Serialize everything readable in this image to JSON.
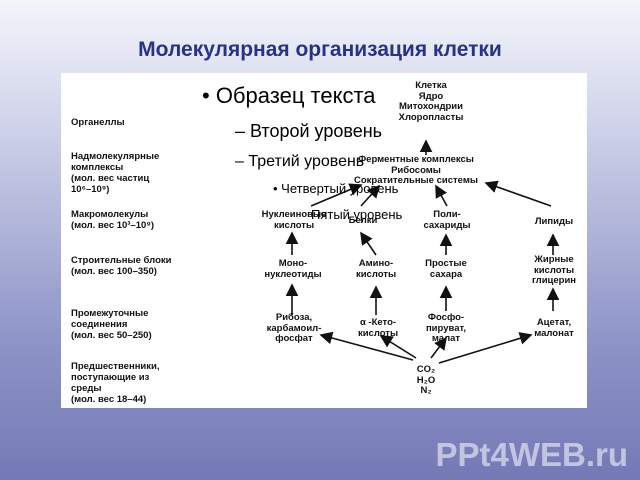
{
  "slide": {
    "title": "Молекулярная организация клетки",
    "watermark": "PPt4WEB.ru"
  },
  "levels": [
    {
      "text": "Органеллы"
    },
    {
      "text": "Надмолекулярные\nкомплексы\n(мол. вес частиц\n10⁶–10⁹)"
    },
    {
      "text": "Макромолекулы\n(мол. вес 10³–10⁹)"
    },
    {
      "text": "Строительные блоки\n(мол. вес 100–350)"
    },
    {
      "text": "Промежуточные\nсоединения\n(мол. вес 50–250)"
    },
    {
      "text": "Предшественники,\nпоступающие из\nсреды\n(мол. вес 18–44)"
    }
  ],
  "nodes": {
    "cell": "Клетка\nЯдро\nМитохондрии\nХлоропласты",
    "complexes": "Ферментные комплексы\nРибосомы\nСократительные системы",
    "nucleic_acids": "Нуклеиновые\nкислоты",
    "proteins": "Белки",
    "polysaccharides": "Поли-\nсахариды",
    "lipids": "Липиды",
    "mononucleotides": "Моно-\nнуклеотиды",
    "amino_acids": "Амино-\nкислоты",
    "sugars": "Простые\nсахара",
    "fatty_acids": "Жирные\nкислоты\nглицерин",
    "ribose": "Рибоза,\nкарбамоил-\nфосфат",
    "keto_acids": "α -Кето-\nкислоты",
    "phosphopyruvate": "Фосфо-\nпируват,\nмалат",
    "acetate": "Ацетат,\nмалонат",
    "precursors": "CO₂\nH₂O\nN₂"
  },
  "bullets": {
    "level1": "• Образец текста",
    "level2": "– Второй уровень",
    "level3": "– Третий уровень",
    "level4": "• Четвертый уровень",
    "level5": "Пятый уровень"
  }
}
